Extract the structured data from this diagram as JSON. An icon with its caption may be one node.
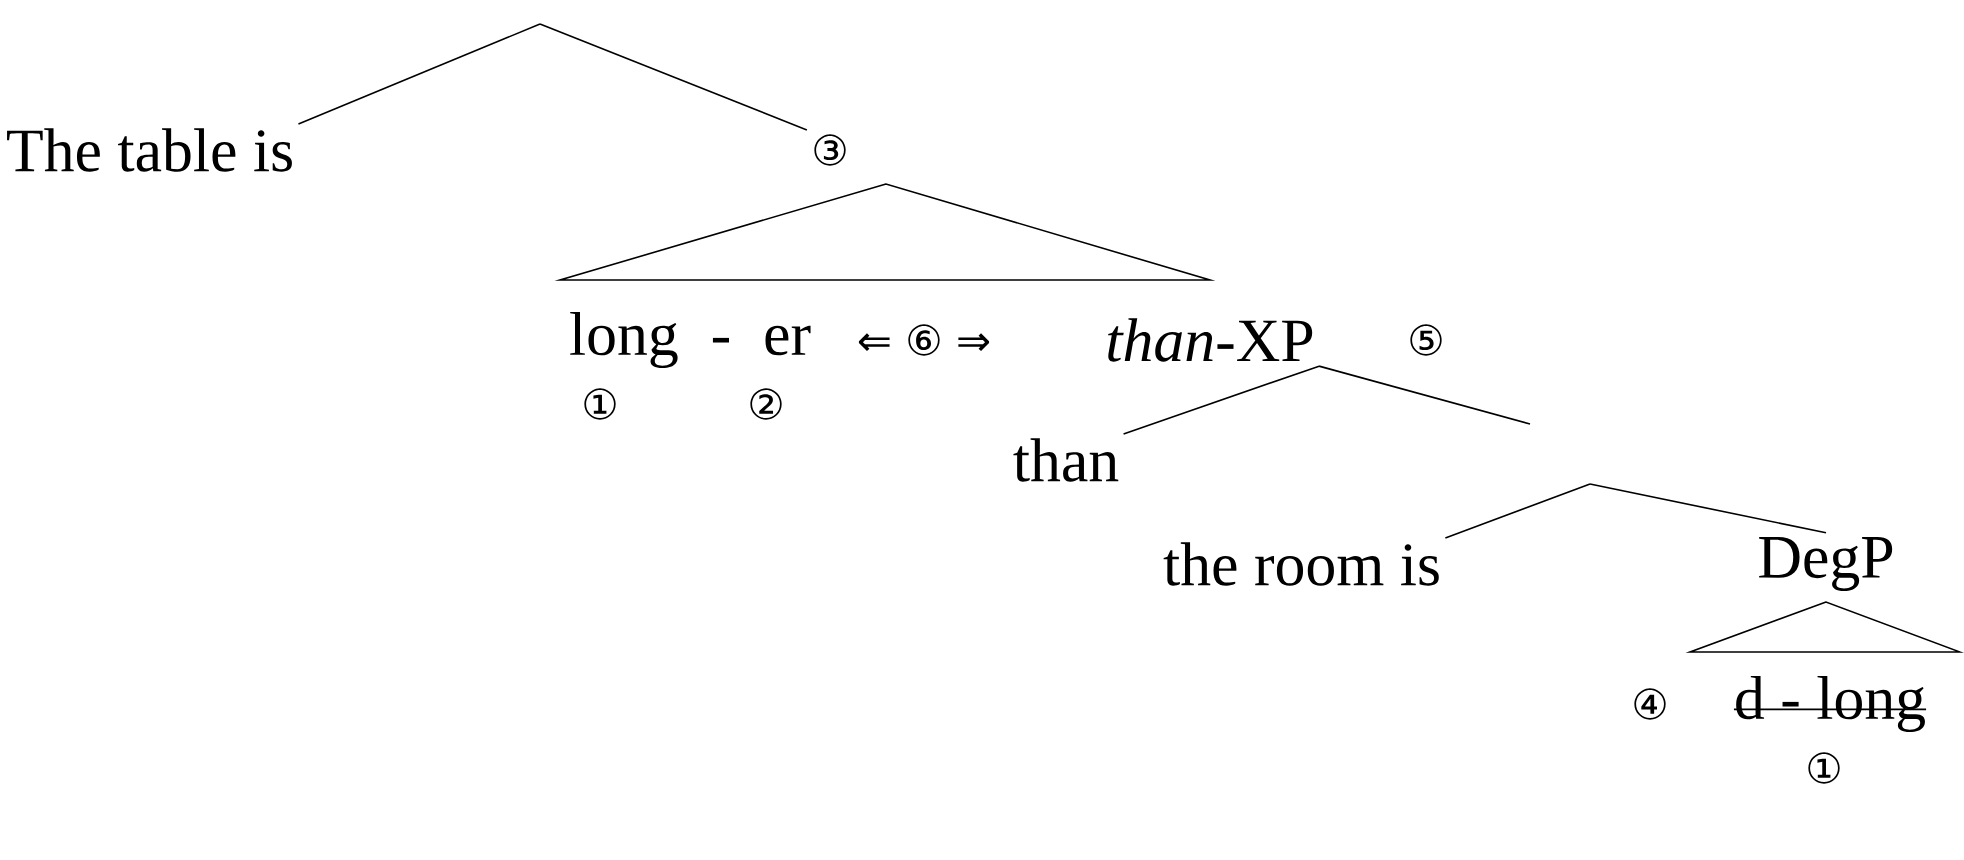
{
  "diagram": {
    "nodes": [
      {
        "text": [
          "The table is"
        ]
      },
      {
        "text": [
          "③"
        ]
      },
      {
        "text": [
          "long - er"
        ]
      },
      {
        "text": [
          "⇐ ⑥ ⇒"
        ]
      },
      {
        "text": [
          "*than*-XP"
        ]
      },
      {
        "text": [
          "than"
        ]
      },
      {
        "text": [
          "the room is"
        ]
      },
      {
        "text": [
          "DegP"
        ]
      },
      {
        "text": [
          "d - long"
        ]
      }
    ],
    "edges": [
      {
        "from": null,
        "to": 0,
        "arrow": "none"
      },
      {
        "from": null,
        "to": 1,
        "arrow": "none"
      },
      {
        "from": 4,
        "to": 5,
        "arrow": "none"
      },
      {
        "from": 4,
        "to": null,
        "arrow": "none"
      },
      {
        "from": null,
        "to": 6,
        "arrow": "none"
      },
      {
        "from": null,
        "to": 7,
        "arrow": "none"
      }
    ],
    "labels": [
      "⑤",
      "①",
      "②",
      "④",
      "①"
    ]
  }
}
